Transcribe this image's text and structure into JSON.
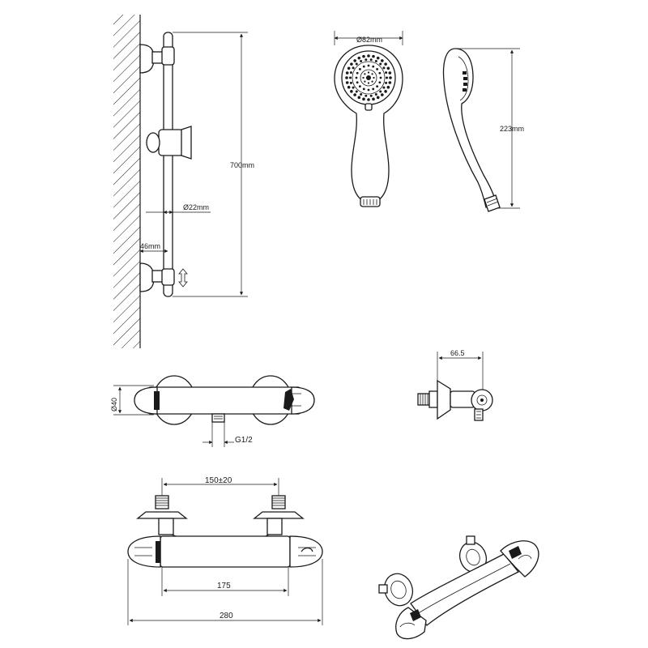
{
  "rail_kit": {
    "height_label": "700mm",
    "bar_diameter_label": "Ø22mm",
    "wall_offset_label": "46mm"
  },
  "handset": {
    "head_diameter_label": "Ø82mm",
    "length_label": "223mm"
  },
  "valve_side": {
    "depth_label": "Ø40",
    "thread_label": "G1/2"
  },
  "elbow": {
    "depth_label": "66.5"
  },
  "valve_front": {
    "centres_label": "150±20",
    "body_label": "175",
    "overall_label": "280"
  }
}
